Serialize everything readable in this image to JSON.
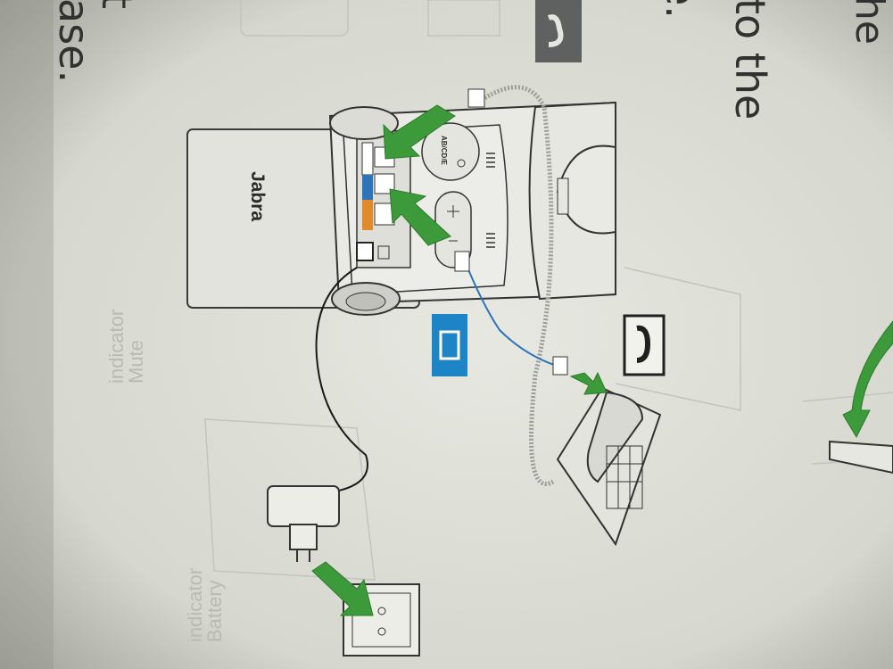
{
  "manual_text": {
    "line1": "he",
    "line2": "to the",
    "line3": "e.",
    "line4": "t",
    "line5": "ase."
  },
  "device": {
    "brand": "Jabra",
    "dial_label": "AB/CD/E"
  },
  "faint_text": {
    "label_a": "Mute",
    "label_b": "indicator",
    "label_c": "Battery",
    "label_d": "indicator"
  },
  "colors": {
    "paper": "#d7d8d0",
    "arrow": "#3d9a3a",
    "phone_icon_blue": "#1d85c6",
    "phone_icon_black": "#202020",
    "orange_port": "#e08a2c",
    "blue_port": "#2e74b8"
  },
  "icons": [
    "phone-icon",
    "desk-phone-icon",
    "power-outlet-icon",
    "usb-icon"
  ]
}
